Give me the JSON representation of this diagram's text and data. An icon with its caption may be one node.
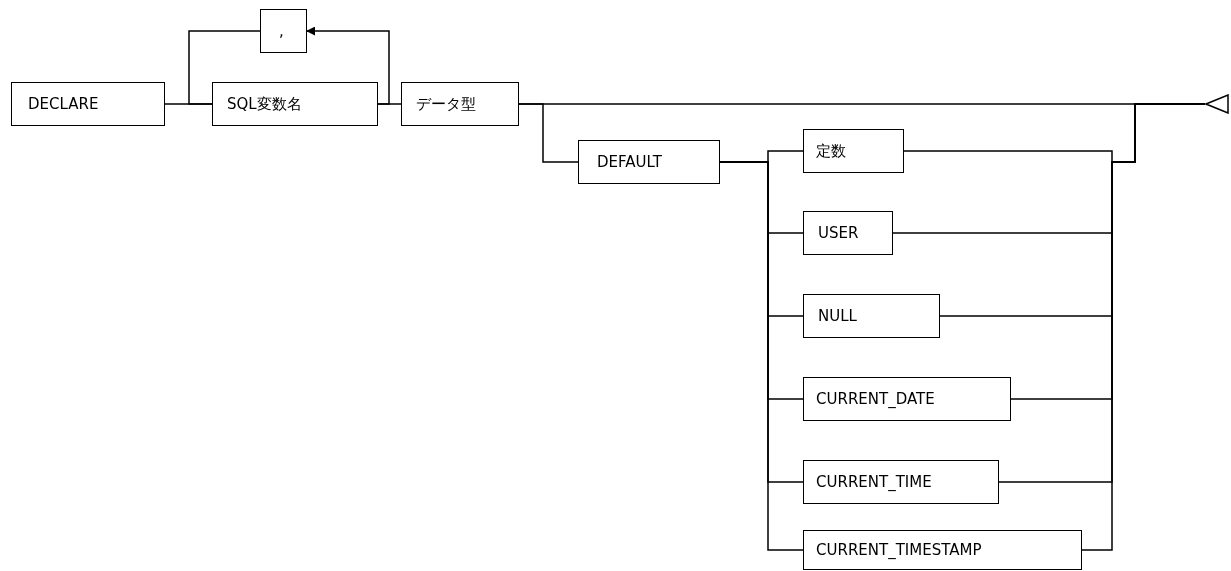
{
  "diagram": {
    "nodes": [
      {
        "text": [
          "DECLARE"
        ]
      },
      {
        "text": [
          ","
        ]
      },
      {
        "text": [
          "SQL変数名"
        ]
      },
      {
        "text": [
          "データ型"
        ]
      },
      {
        "text": [
          "DEFAULT"
        ]
      },
      {
        "text": [
          "定数"
        ]
      },
      {
        "text": [
          "USER"
        ]
      },
      {
        "text": [
          "NULL"
        ]
      },
      {
        "text": [
          "CURRENT_DATE"
        ]
      },
      {
        "text": [
          "CURRENT_TIME"
        ]
      },
      {
        "text": [
          "CURRENT_TIMESTAMP"
        ]
      },
      {
        "text": [],
        "shape": "triangle"
      }
    ],
    "edges": [
      {
        "from": 0,
        "to": 2,
        "arrow": "none"
      },
      {
        "from": 2,
        "to": 1,
        "arrow": "to"
      },
      {
        "from": 1,
        "to": 2,
        "arrow": "none"
      },
      {
        "from": 2,
        "to": 3,
        "arrow": "none"
      },
      {
        "from": 3,
        "to": 11,
        "arrow": "none"
      },
      {
        "from": 3,
        "to": 4,
        "arrow": "none"
      },
      {
        "from": 4,
        "to": 5,
        "arrow": "none"
      },
      {
        "from": 4,
        "to": 6,
        "arrow": "none"
      },
      {
        "from": 4,
        "to": 7,
        "arrow": "none"
      },
      {
        "from": 4,
        "to": 8,
        "arrow": "none"
      },
      {
        "from": 4,
        "to": 9,
        "arrow": "none"
      },
      {
        "from": 4,
        "to": 10,
        "arrow": "none"
      },
      {
        "from": 5,
        "to": 11,
        "arrow": "none"
      },
      {
        "from": 6,
        "to": 11,
        "arrow": "none"
      },
      {
        "from": 7,
        "to": 11,
        "arrow": "none"
      },
      {
        "from": 8,
        "to": 11,
        "arrow": "none"
      },
      {
        "from": 9,
        "to": 11,
        "arrow": "none"
      },
      {
        "from": 10,
        "to": 11,
        "arrow": "none"
      }
    ]
  }
}
